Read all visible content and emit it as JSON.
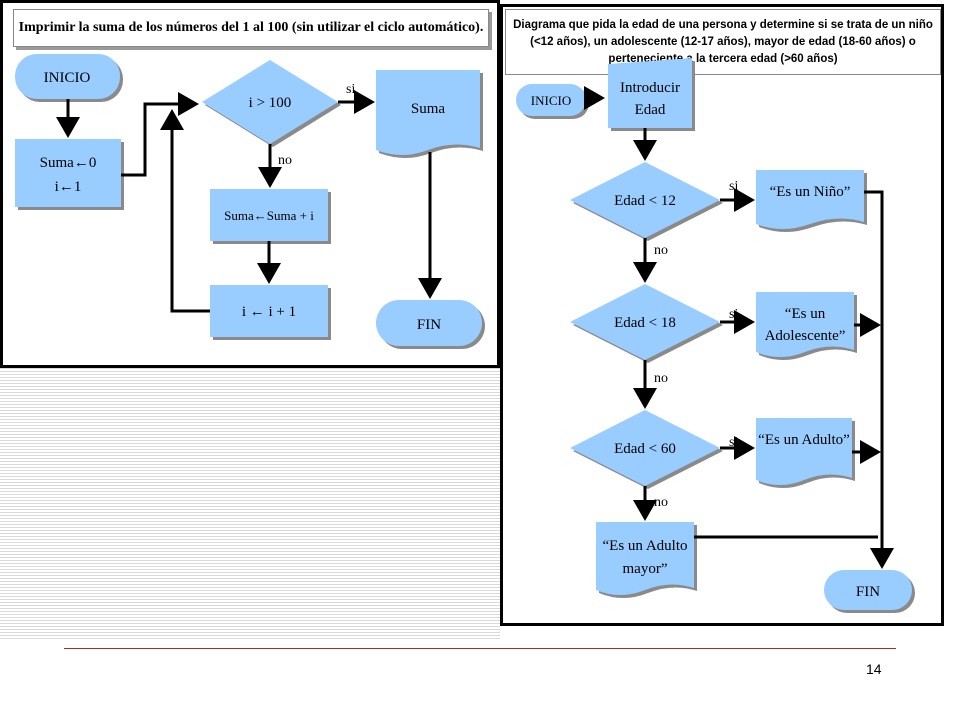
{
  "left_flowchart": {
    "title": "Imprimir la suma de los números del 1 al 100 (sin utilizar el ciclo automático).",
    "start": "INICIO",
    "init_line1": "Suma←0",
    "init_line2": "i←1",
    "decision": "i > 100",
    "yes": "si",
    "no": "no",
    "output": "Suma",
    "accumulate": "Suma←Suma + i",
    "increment": "i ← i + 1",
    "end": "FIN"
  },
  "right_flowchart": {
    "title": "Diagrama que pida la edad de una persona y determine si se trata de un niño (<12 años), un adolescente (12-17 años), mayor de edad (18-60 años) o perteneciente a la tercera edad (>60 años)",
    "start": "INICIO",
    "input_line1": "Introducir",
    "input_line2": "Edad",
    "decision1": "Edad < 12",
    "decision2": "Edad < 18",
    "decision3": "Edad < 60",
    "yes": "si",
    "no": "no",
    "output1": "“Es un Niño”",
    "output2_line1": "“Es un",
    "output2_line2": "Adolescente”",
    "output3": "“Es un Adulto”",
    "output4_line1": "“Es un Adulto",
    "output4_line2": "mayor”",
    "end": "FIN"
  },
  "page_number": "14",
  "colors": {
    "shape_fill": "#99ccff",
    "shape_shadow": "#8a8a8a",
    "rule": "#a03030"
  }
}
